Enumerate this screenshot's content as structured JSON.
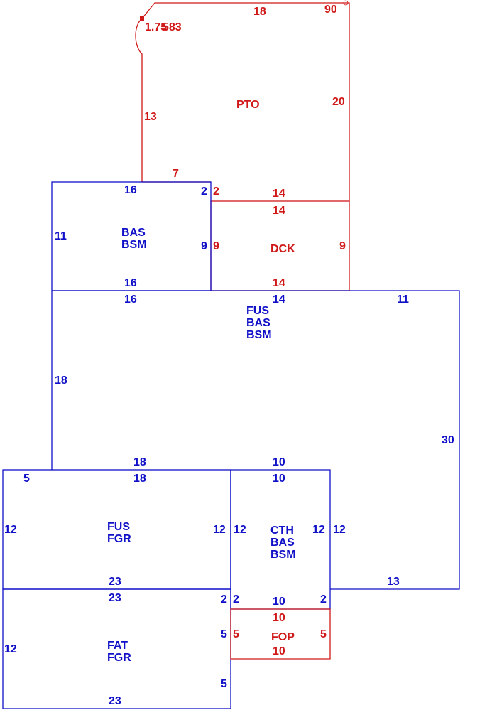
{
  "colors": {
    "living": "#1010c8",
    "exterior": "#d01818"
  },
  "areas": {
    "pto": {
      "lines": [
        "PTO"
      ]
    },
    "bas_upper": {
      "lines": [
        "BAS",
        "BSM"
      ]
    },
    "dck": {
      "lines": [
        "DCK"
      ]
    },
    "fus_main": {
      "lines": [
        "FUS",
        "BAS",
        "BSM"
      ]
    },
    "fus_garage": {
      "lines": [
        "FUS",
        "FGR"
      ]
    },
    "cth": {
      "lines": [
        "CTH",
        "BAS",
        "BSM"
      ]
    },
    "fat": {
      "lines": [
        "FAT",
        "FGR"
      ]
    },
    "fop": {
      "lines": [
        "FOP"
      ]
    }
  },
  "dimensions": {
    "pto_arc": "1.75",
    "pto_arc_b": "583",
    "pto_top": "18",
    "pto_angle": "90",
    "pto_left": "13",
    "pto_right": "20",
    "pto_bottom": "7",
    "bas_top": "16",
    "bas_jog_blue": "2",
    "bas_jog_red": "2",
    "bas_left": "11",
    "bas_right_blue": "9",
    "bas_bottom": "16",
    "dck_top_outer": "14",
    "dck_top_inner": "14",
    "dck_left": "9",
    "dck_right": "9",
    "dck_bottom": "14",
    "fus_top_left": "16",
    "fus_top_mid": "14",
    "fus_top_right": "11",
    "fus_left": "18",
    "fus_right": "30",
    "fus_bottom_left": "18",
    "fus_bottom_mid": "10",
    "fgr_left_top": "5",
    "fgr_top": "18",
    "fgr_left": "12",
    "fgr_right": "12",
    "fgr_bottom": "23",
    "cth_top": "10",
    "cth_left": "12",
    "cth_right_inner": "12",
    "cth_right_outer": "12",
    "cth_bottom": "10",
    "cth_jog_left": "2",
    "cth_jog_right": "2",
    "fus_bottom_right": "13",
    "fat_top": "23",
    "fat_jog_top": "2",
    "fat_left": "12",
    "fat_right_upper": "5",
    "fat_right_lower": "5",
    "fat_bottom": "23",
    "fop_top": "10",
    "fop_left": "5",
    "fop_right": "5",
    "fop_bottom": "10"
  }
}
